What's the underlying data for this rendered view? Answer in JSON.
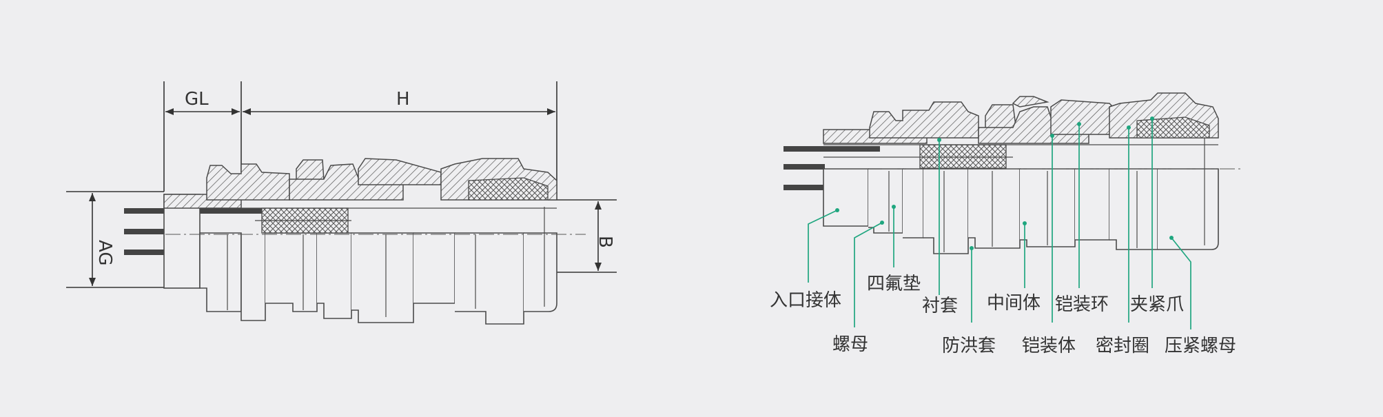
{
  "dimensions": {
    "gl": "GL",
    "h": "H",
    "ag": "AG",
    "b": "B"
  },
  "parts": {
    "inlet_body": "入口接体",
    "nut": "螺母",
    "ptfe_gasket": "四氟垫",
    "liner": "衬套",
    "flood_sleeve": "防洪套",
    "middle_body": "中间体",
    "armor_body": "铠装体",
    "armor_ring": "铠装环",
    "seal_ring": "密封圈",
    "clamp_claw": "夹紧爪",
    "compression_nut": "压紧螺母"
  },
  "colors": {
    "background": "#eeeef0",
    "line": "#4a4a4a",
    "leader": "#1fa67f"
  }
}
